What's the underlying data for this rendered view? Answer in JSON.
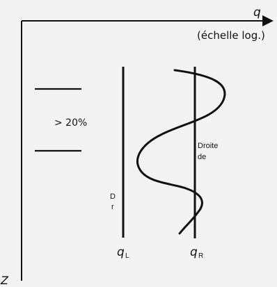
{
  "colors": {
    "background": "#f3f3f3",
    "ink": "#111111"
  },
  "labels": {
    "q_axis": "q",
    "log_scale": "(échelle log.)",
    "z_axis": "Z",
    "percent": "> 20%",
    "droite_line1": "Droite",
    "droite_line2": "de",
    "d_letter": "D",
    "r_letter": "r",
    "qL_main": "q",
    "qL_sub": "L",
    "qR_main": "q",
    "qR_sub": "R"
  }
}
